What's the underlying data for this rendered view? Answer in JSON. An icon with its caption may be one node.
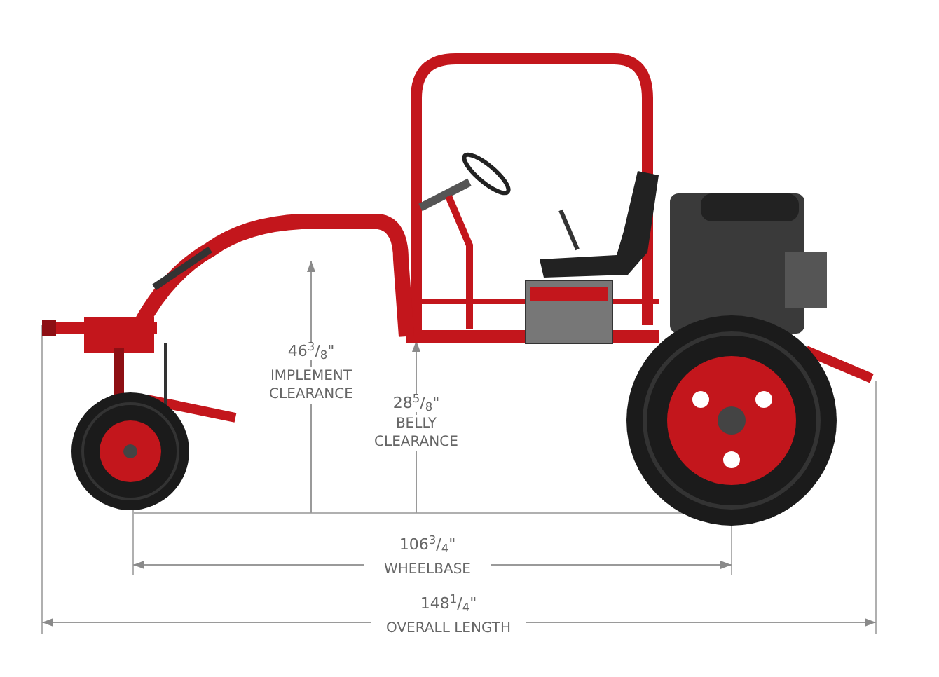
{
  "diagram": {
    "labels": [
      "46$^{3}$/$_{8}$\"",
      "IMPLEMENT CLEARANCE",
      "28$^{5}$/$_{8}$\"",
      "BELLY CLEARANCE",
      "106$^{3}$/$_{4}$\"",
      "WHEELBASE",
      "148$^{1}$/$_{4}$\"",
      "OVERALL LENGTH"
    ]
  }
}
